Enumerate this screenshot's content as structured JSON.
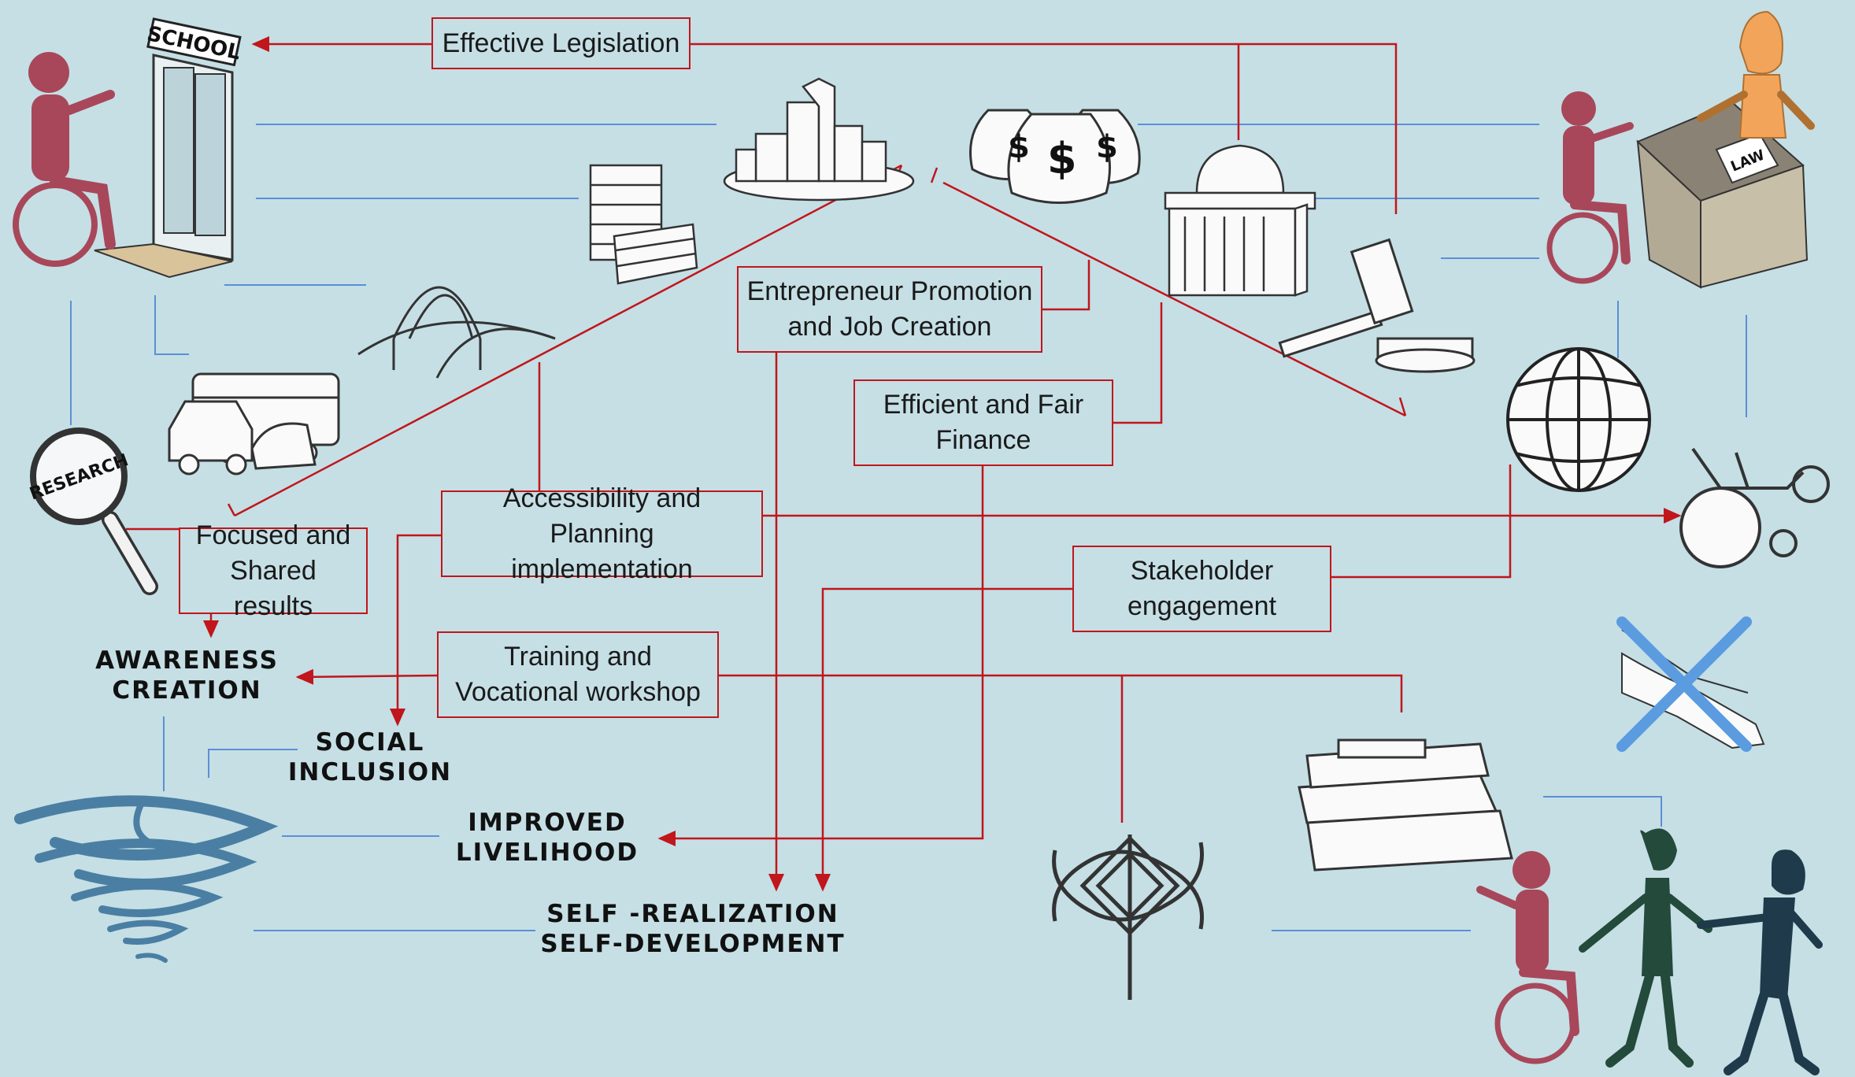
{
  "boxes": {
    "effective_legislation": "Effective Legislation",
    "entrepreneur_promotion": "Entrepreneur Promotion\nand Job Creation",
    "efficient_finance": "Efficient and Fair\nFinance",
    "accessibility_planning": "Accessibility and Planning\nimplementation",
    "focused_results": "Focused and\nShared results",
    "stakeholder_engagement": "Stakeholder\nengagement",
    "training_workshop": "Training and\nVocational workshop"
  },
  "outcomes": {
    "awareness_creation": "AWARENESS\nCREATION",
    "social_inclusion": "SOCIAL\nINCLUSION",
    "improved_livelihood": "IMPROVED\nLIVELIHOOD",
    "self_realization": "SELF -REALIZATION\nSELF-DEVELOPMENT"
  },
  "icon_labels": {
    "school_sign": "SCHOOL",
    "research_glass": "RESEARCH",
    "law_paper": "LAW",
    "money_symbol": "$"
  },
  "colors": {
    "background": "#c5dfe5",
    "connector_red": "#c0161c",
    "connector_blue": "#5b8fd6",
    "person_wheelchair": "#a8475a",
    "person_orange": "#f2a55a",
    "person_green": "#234a3a",
    "person_navy": "#1f3a4a",
    "tornado": "#4a7fa3",
    "cross_mark": "#5b9be0"
  }
}
